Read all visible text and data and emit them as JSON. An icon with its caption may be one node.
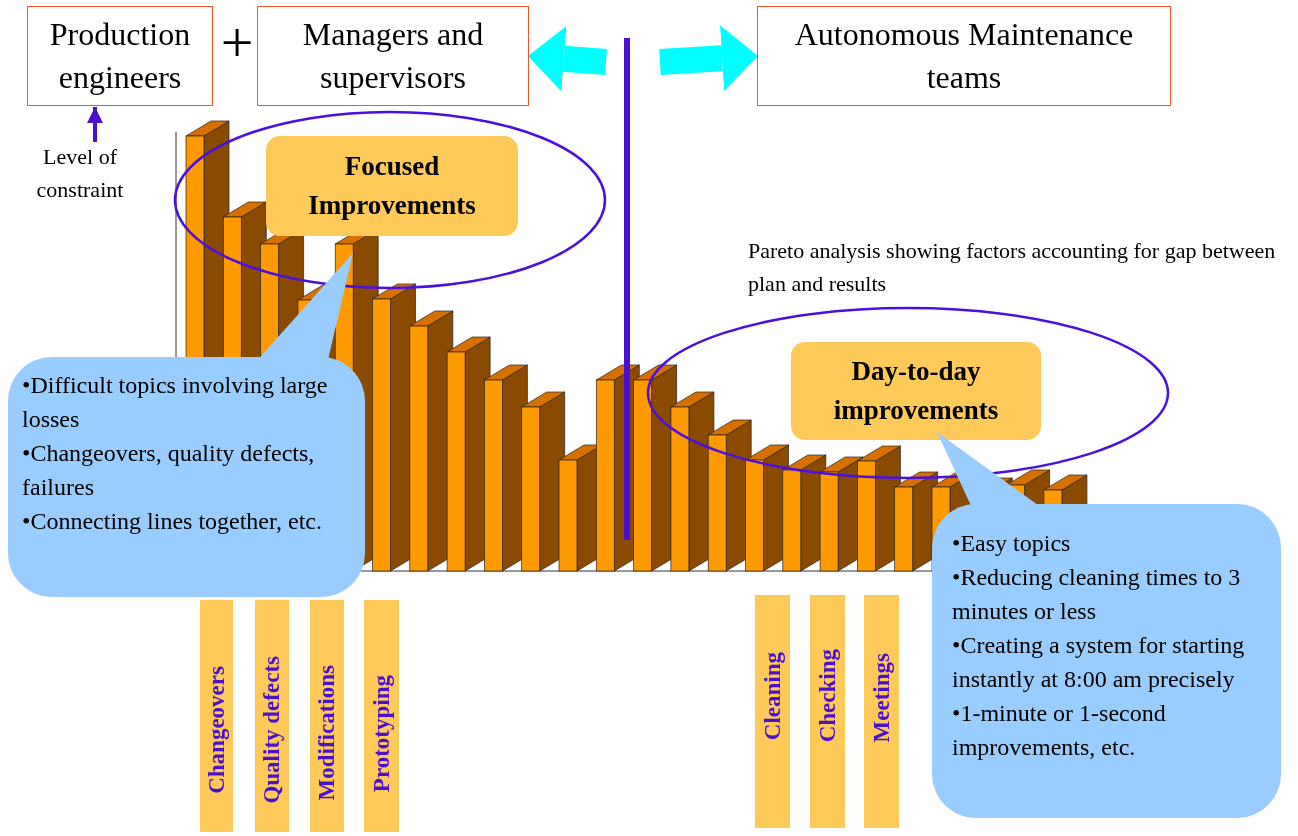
{
  "diagram": {
    "nodes": [
      {
        "text": [
          "Production engineers"
        ]
      },
      {
        "text": [
          "Managers and supervisors"
        ]
      },
      {
        "text": [
          "Autonomous Maintenance teams"
        ]
      },
      {
        "text": [
          "Level of constraint"
        ]
      },
      {
        "text": [
          "Focused Improvements"
        ]
      },
      {
        "text": [
          "•Difficult topics involving large losses",
          "•Changeovers, quality defects, failures",
          "•Connecting lines together, etc."
        ]
      },
      {
        "text": [
          "Day-to-day improvements"
        ]
      },
      {
        "text": [
          "•Easy topics",
          "•Reducing cleaning times to 3 minutes or less",
          "•Creating a system for starting instantly at 8:00 am precisely",
          "•1-minute or 1-second improvements, etc."
        ]
      },
      {
        "text": [
          "Changeovers"
        ]
      },
      {
        "text": [
          "Quality defects"
        ]
      },
      {
        "text": [
          "Modifications"
        ]
      },
      {
        "text": [
          "Prototyping"
        ]
      },
      {
        "text": [
          "Cleaning"
        ]
      },
      {
        "text": [
          "Checking"
        ]
      },
      {
        "text": [
          "Meetings"
        ]
      }
    ],
    "edges": [
      {
        "from": 3,
        "to": 0,
        "arrow": "to",
        "color": "#4a10d0"
      },
      {
        "from": null,
        "to": 1,
        "arrow": "to"
      },
      {
        "from": null,
        "to": 2,
        "arrow": "to"
      }
    ],
    "labels": [
      "+",
      "Pareto analysis showing factors accounting for gap between plan and results"
    ]
  }
}
